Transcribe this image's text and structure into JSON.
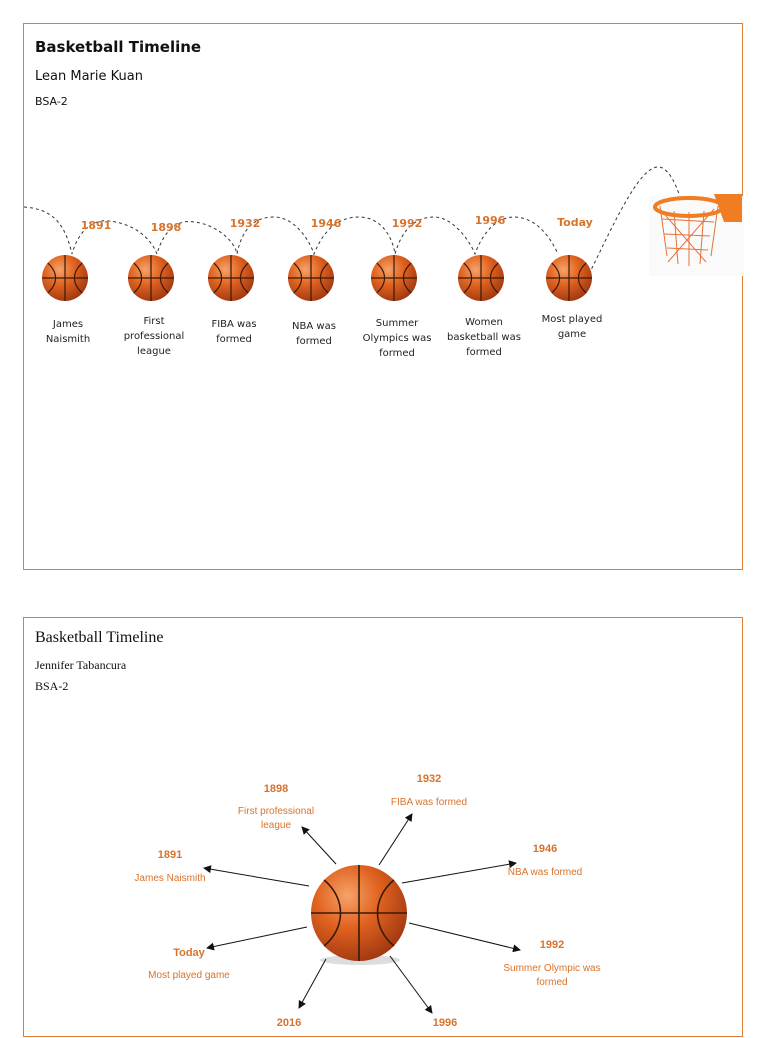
{
  "card1": {
    "title": "Basketball Timeline",
    "author": "Lean Marie Kuan",
    "course": "BSA-2",
    "events": [
      {
        "year": "1891",
        "label": [
          "James",
          "Naismith"
        ]
      },
      {
        "year": "1898",
        "label": [
          "First",
          "professional",
          "league"
        ]
      },
      {
        "year": "1932",
        "label": [
          "FIBA was",
          "formed"
        ]
      },
      {
        "year": "1946",
        "label": [
          "NBA was",
          "formed"
        ]
      },
      {
        "year": "1992",
        "label": [
          "Summer",
          "Olympics was",
          "formed"
        ]
      },
      {
        "year": "1996",
        "label": [
          "Women",
          "basketball was",
          "formed"
        ]
      },
      {
        "year": "Today",
        "label": [
          "Most played",
          "game"
        ]
      }
    ]
  },
  "card2": {
    "title": "Basketball Timeline",
    "author": "Jennifer Tabancura",
    "course": "BSA-2",
    "events": [
      {
        "year": "1898",
        "label": [
          "First professional",
          "league"
        ]
      },
      {
        "year": "1932",
        "label": [
          "FIBA was formed"
        ]
      },
      {
        "year": "1891",
        "label": [
          "James Naismith"
        ]
      },
      {
        "year": "1946",
        "label": [
          "NBA was formed"
        ]
      },
      {
        "year": "Today",
        "label": [
          "Most played game"
        ]
      },
      {
        "year": "1992",
        "label": [
          "Summer Olympic was",
          "formed"
        ]
      },
      {
        "year": "2016",
        "label": []
      },
      {
        "year": "1996",
        "label": []
      }
    ]
  },
  "colors": {
    "accent": "#e07b2f",
    "year_text": "#d9722a",
    "ball": "#d3541a",
    "rim": "#f07d22",
    "net": "#e8703a"
  }
}
